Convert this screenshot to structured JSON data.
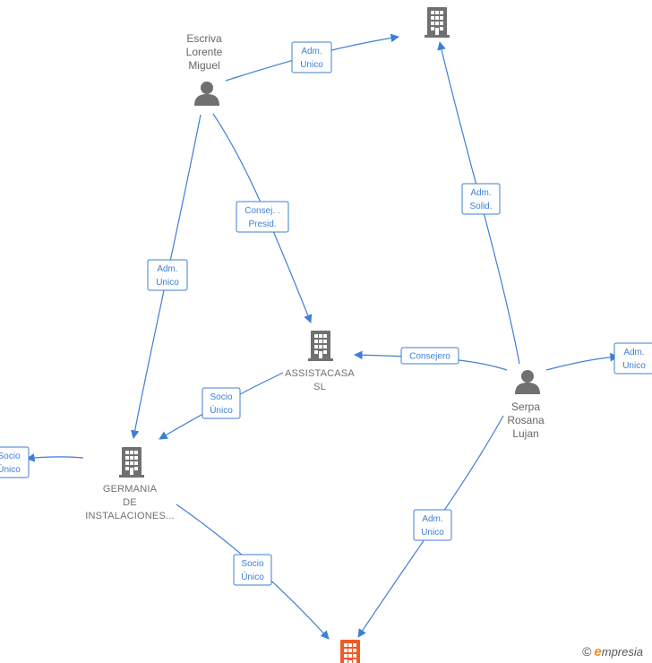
{
  "colors": {
    "edge": "#3d7fd6",
    "node": "#707070",
    "highlight": "#f05a28"
  },
  "nodes": [
    {
      "id": "escriva",
      "type": "person",
      "label_lines": [
        "Escriva",
        "Lorente",
        "Miguel"
      ]
    },
    {
      "id": "top_company",
      "type": "company",
      "label_lines": []
    },
    {
      "id": "assistacasa",
      "type": "company",
      "label_lines": [
        "ASSISTACASA",
        "SL"
      ]
    },
    {
      "id": "serpa",
      "type": "person",
      "label_lines": [
        "Serpa",
        "Rosana",
        "Lujan"
      ]
    },
    {
      "id": "germania",
      "type": "company",
      "label_lines": [
        "GERMANIA",
        "DE",
        "INSTALACIONES..."
      ]
    },
    {
      "id": "target_company",
      "type": "company",
      "highlight": true,
      "label_lines": []
    }
  ],
  "edges": [
    {
      "id": "e1",
      "label_lines": [
        "Adm.",
        "Unico"
      ]
    },
    {
      "id": "e2",
      "label_lines": [
        "Consej. .",
        "Presid."
      ]
    },
    {
      "id": "e3",
      "label_lines": [
        "Adm.",
        "Unico"
      ]
    },
    {
      "id": "e4",
      "label_lines": [
        "Adm.",
        "Solid."
      ]
    },
    {
      "id": "e5",
      "label_lines": [
        "Consejero"
      ]
    },
    {
      "id": "e6",
      "label_lines": [
        "Adm.",
        "Unico"
      ]
    },
    {
      "id": "e7",
      "label_lines": [
        "Socio",
        "Único"
      ]
    },
    {
      "id": "e8",
      "label_lines": [
        "Socio",
        "Único"
      ]
    },
    {
      "id": "e9",
      "label_lines": [
        "Adm.",
        "Unico"
      ]
    },
    {
      "id": "e10",
      "label_lines": [
        "Socio",
        "Único"
      ]
    }
  ],
  "watermark": {
    "copyright": "©",
    "brand_first": "e",
    "brand_rest": "mpresia"
  }
}
